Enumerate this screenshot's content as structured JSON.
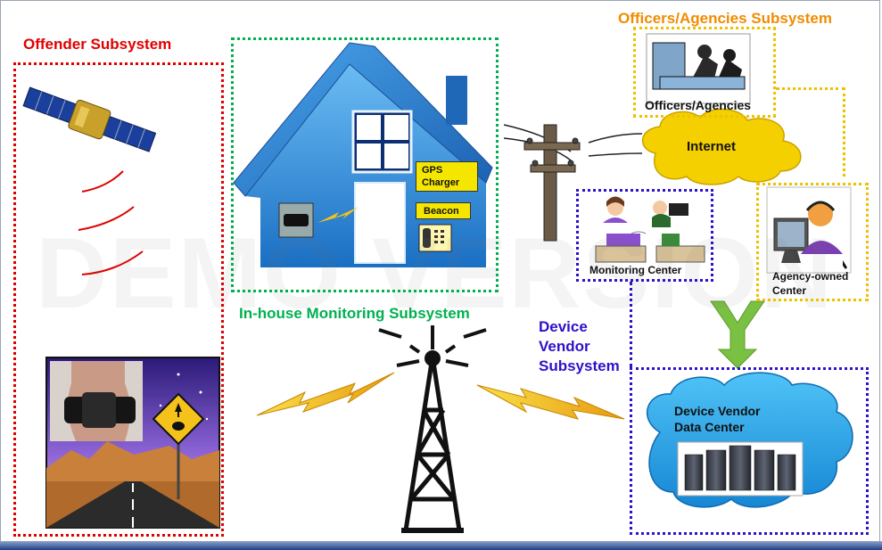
{
  "watermark": "DEMO VERSION",
  "subsystems": {
    "offender": "Offender Subsystem",
    "inhouse": "In-house Monitoring Subsystem",
    "officers": "Officers/Agencies Subsystem",
    "vendor": "Device Vendor Subsystem"
  },
  "labels": {
    "gps_charger": "GPS Charger",
    "beacon": "Beacon",
    "officers_agencies": "Officers/Agencies",
    "internet": "Internet",
    "monitoring_center": "Monitoring Center",
    "agency_owned_center": "Agency-owned Center",
    "data_center": "Device Vendor Data Center"
  },
  "colors": {
    "offender": "#e00000",
    "inhouse": "#00b050",
    "officers": "#f08c00",
    "vendor": "#3010c8",
    "dotted_yellow": "#f0c000",
    "arrow_green": "#7ac143",
    "house_blue": "#2e8fe0",
    "cloud_yellow": "#f5d000",
    "cloud_blue": "#1e9be0"
  }
}
